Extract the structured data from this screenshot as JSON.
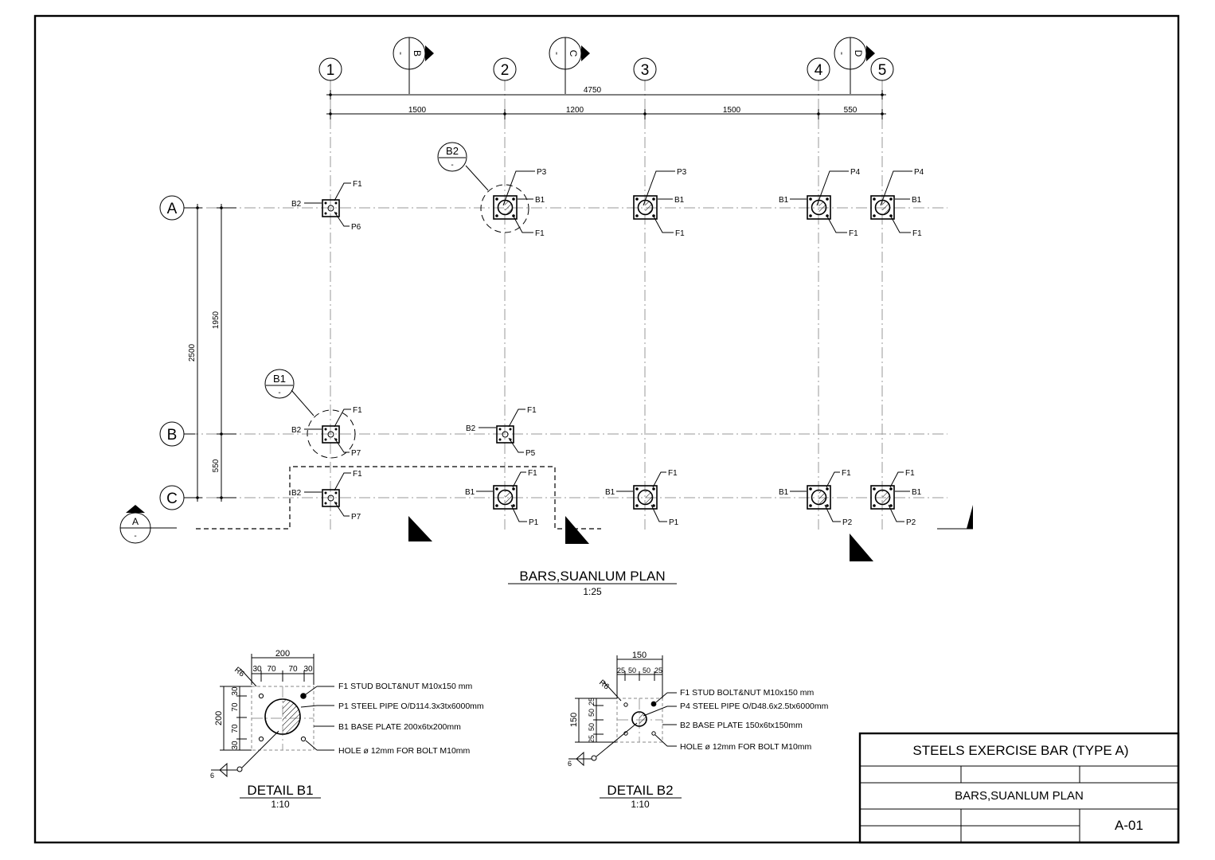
{
  "plan": {
    "title": "BARS,SUANLUM PLAN",
    "scale": "1:25",
    "grid_columns": [
      "1",
      "2",
      "3",
      "4",
      "5"
    ],
    "grid_rows": [
      "A",
      "B",
      "C"
    ],
    "section_markers": [
      "B",
      "C",
      "D"
    ],
    "section_index": "-",
    "dimensions": {
      "overall": "4750",
      "spans": [
        "1500",
        "1200",
        "1500",
        "550"
      ],
      "vertical_overall": "2500",
      "vertical_spans": [
        "1950",
        "550"
      ]
    },
    "callouts": [
      {
        "id": "B2",
        "sub": "-"
      },
      {
        "id": "B1",
        "sub": "-"
      },
      {
        "id": "A",
        "sub": "-"
      }
    ],
    "tags": {
      "A1": {
        "left": "B2",
        "top": "F1",
        "bottom": "P6"
      },
      "A2": {
        "right": "B1",
        "top": "P3",
        "bottom": "F1"
      },
      "A3": {
        "right": "B1",
        "top": "P3",
        "bottom": "F1"
      },
      "A4": {
        "left": "B1",
        "top": "P4",
        "bottom": "F1"
      },
      "A5": {
        "right": "B1",
        "top": "P4",
        "bottom": "F1"
      },
      "B1": {
        "left": "B2",
        "top": "F1",
        "bottom": "P7"
      },
      "B2": {
        "left": "B2",
        "top": "F1",
        "bottom": "P5"
      },
      "C1": {
        "left": "B2",
        "top": "F1",
        "bottom": "P7"
      },
      "C2": {
        "left": "B1",
        "top": "F1",
        "bottom": "P1"
      },
      "C3": {
        "left": "B1",
        "top": "F1",
        "bottom": "P1"
      },
      "C4": {
        "left": "B1",
        "top": "F1",
        "bottom": "P2"
      },
      "C5": {
        "right": "B1",
        "top": "F1",
        "bottom": "P2"
      }
    }
  },
  "detail_b1": {
    "title": "DETAIL  B1",
    "scale": "1:10",
    "dim_total": "200",
    "dim_parts": [
      "30",
      "70",
      "70",
      "30"
    ],
    "radius": "R6",
    "weld": "6",
    "notes": [
      "F1  STUD  BOLT&NUT  M10x150  mm",
      "P1  STEEL  PIPE  O/D114.3x3tx6000mm",
      "B1  BASE  PLATE  200x6tx200mm",
      "HOLE  ø  12mm  FOR  BOLT  M10mm"
    ]
  },
  "detail_b2": {
    "title": "DETAIL  B2",
    "scale": "1:10",
    "dim_total": "150",
    "dim_parts": [
      "25",
      "50",
      "50",
      "25"
    ],
    "radius": "R6",
    "weld": "6",
    "notes": [
      "F1  STUD  BOLT&NUT  M10x150  mm",
      "P4  STEEL  PIPE  O/D48.6x2.5tx6000mm",
      "B2  BASE  PLATE  150x6tx150mm",
      "HOLE  ø  12mm  FOR  BOLT  M10mm"
    ]
  },
  "title_block": {
    "project": "STEELS  EXERCISE  BAR  (TYPE  A)",
    "drawing": "BARS,SUANLUM  PLAN",
    "sheet_no": "A-01"
  }
}
